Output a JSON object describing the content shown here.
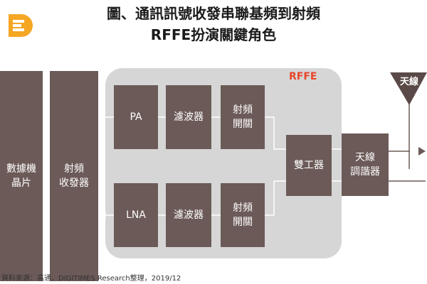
{
  "title": {
    "line1": "圖、通訊訊號收發串聯基頻到射頻",
    "line2": "RFFE扮演關鍵角色"
  },
  "rffe_label": "RFFE",
  "blocks": {
    "chip": [
      "數據機",
      "晶片"
    ],
    "transceiver": [
      "射頻",
      "收發器"
    ],
    "pa": "PA",
    "filter_tx": "濾波器",
    "switch_tx": [
      "射頻",
      "開關"
    ],
    "lna": "LNA",
    "filter_rx": "濾波器",
    "switch_rx": [
      "射頻",
      "開關"
    ],
    "duplexer": "雙工器",
    "tuner": [
      "天線",
      "調諧器"
    ]
  },
  "antenna_label": "天線",
  "source": "資料來源：高通，DIGITIMES Research整理，2019/12",
  "colors": {
    "block": "#6b5a57",
    "rffe_background": "#d6d6d6",
    "rffe_label": "#e8462a",
    "logo": "#f5a623"
  }
}
